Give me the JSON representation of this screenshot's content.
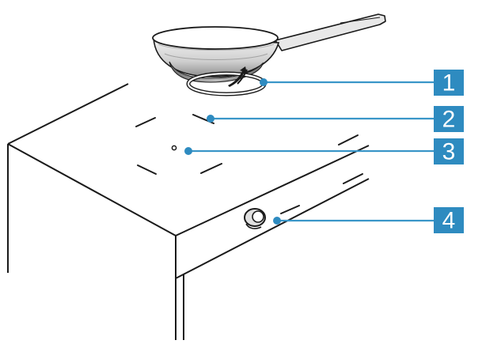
{
  "callouts": [
    {
      "label": "1",
      "target": "pan-on-cooking-zone"
    },
    {
      "label": "2",
      "target": "cooking-zone-marking"
    },
    {
      "label": "3",
      "target": "zone-center-dot"
    },
    {
      "label": "4",
      "target": "control-knob"
    }
  ],
  "colors": {
    "callout_badge": "#2e8bc0",
    "callout_line": "#3a96c8",
    "outline": "#1a1a1a",
    "pan_shade_light": "#e6e6e6",
    "pan_shade_dark": "#9a9a9a"
  }
}
